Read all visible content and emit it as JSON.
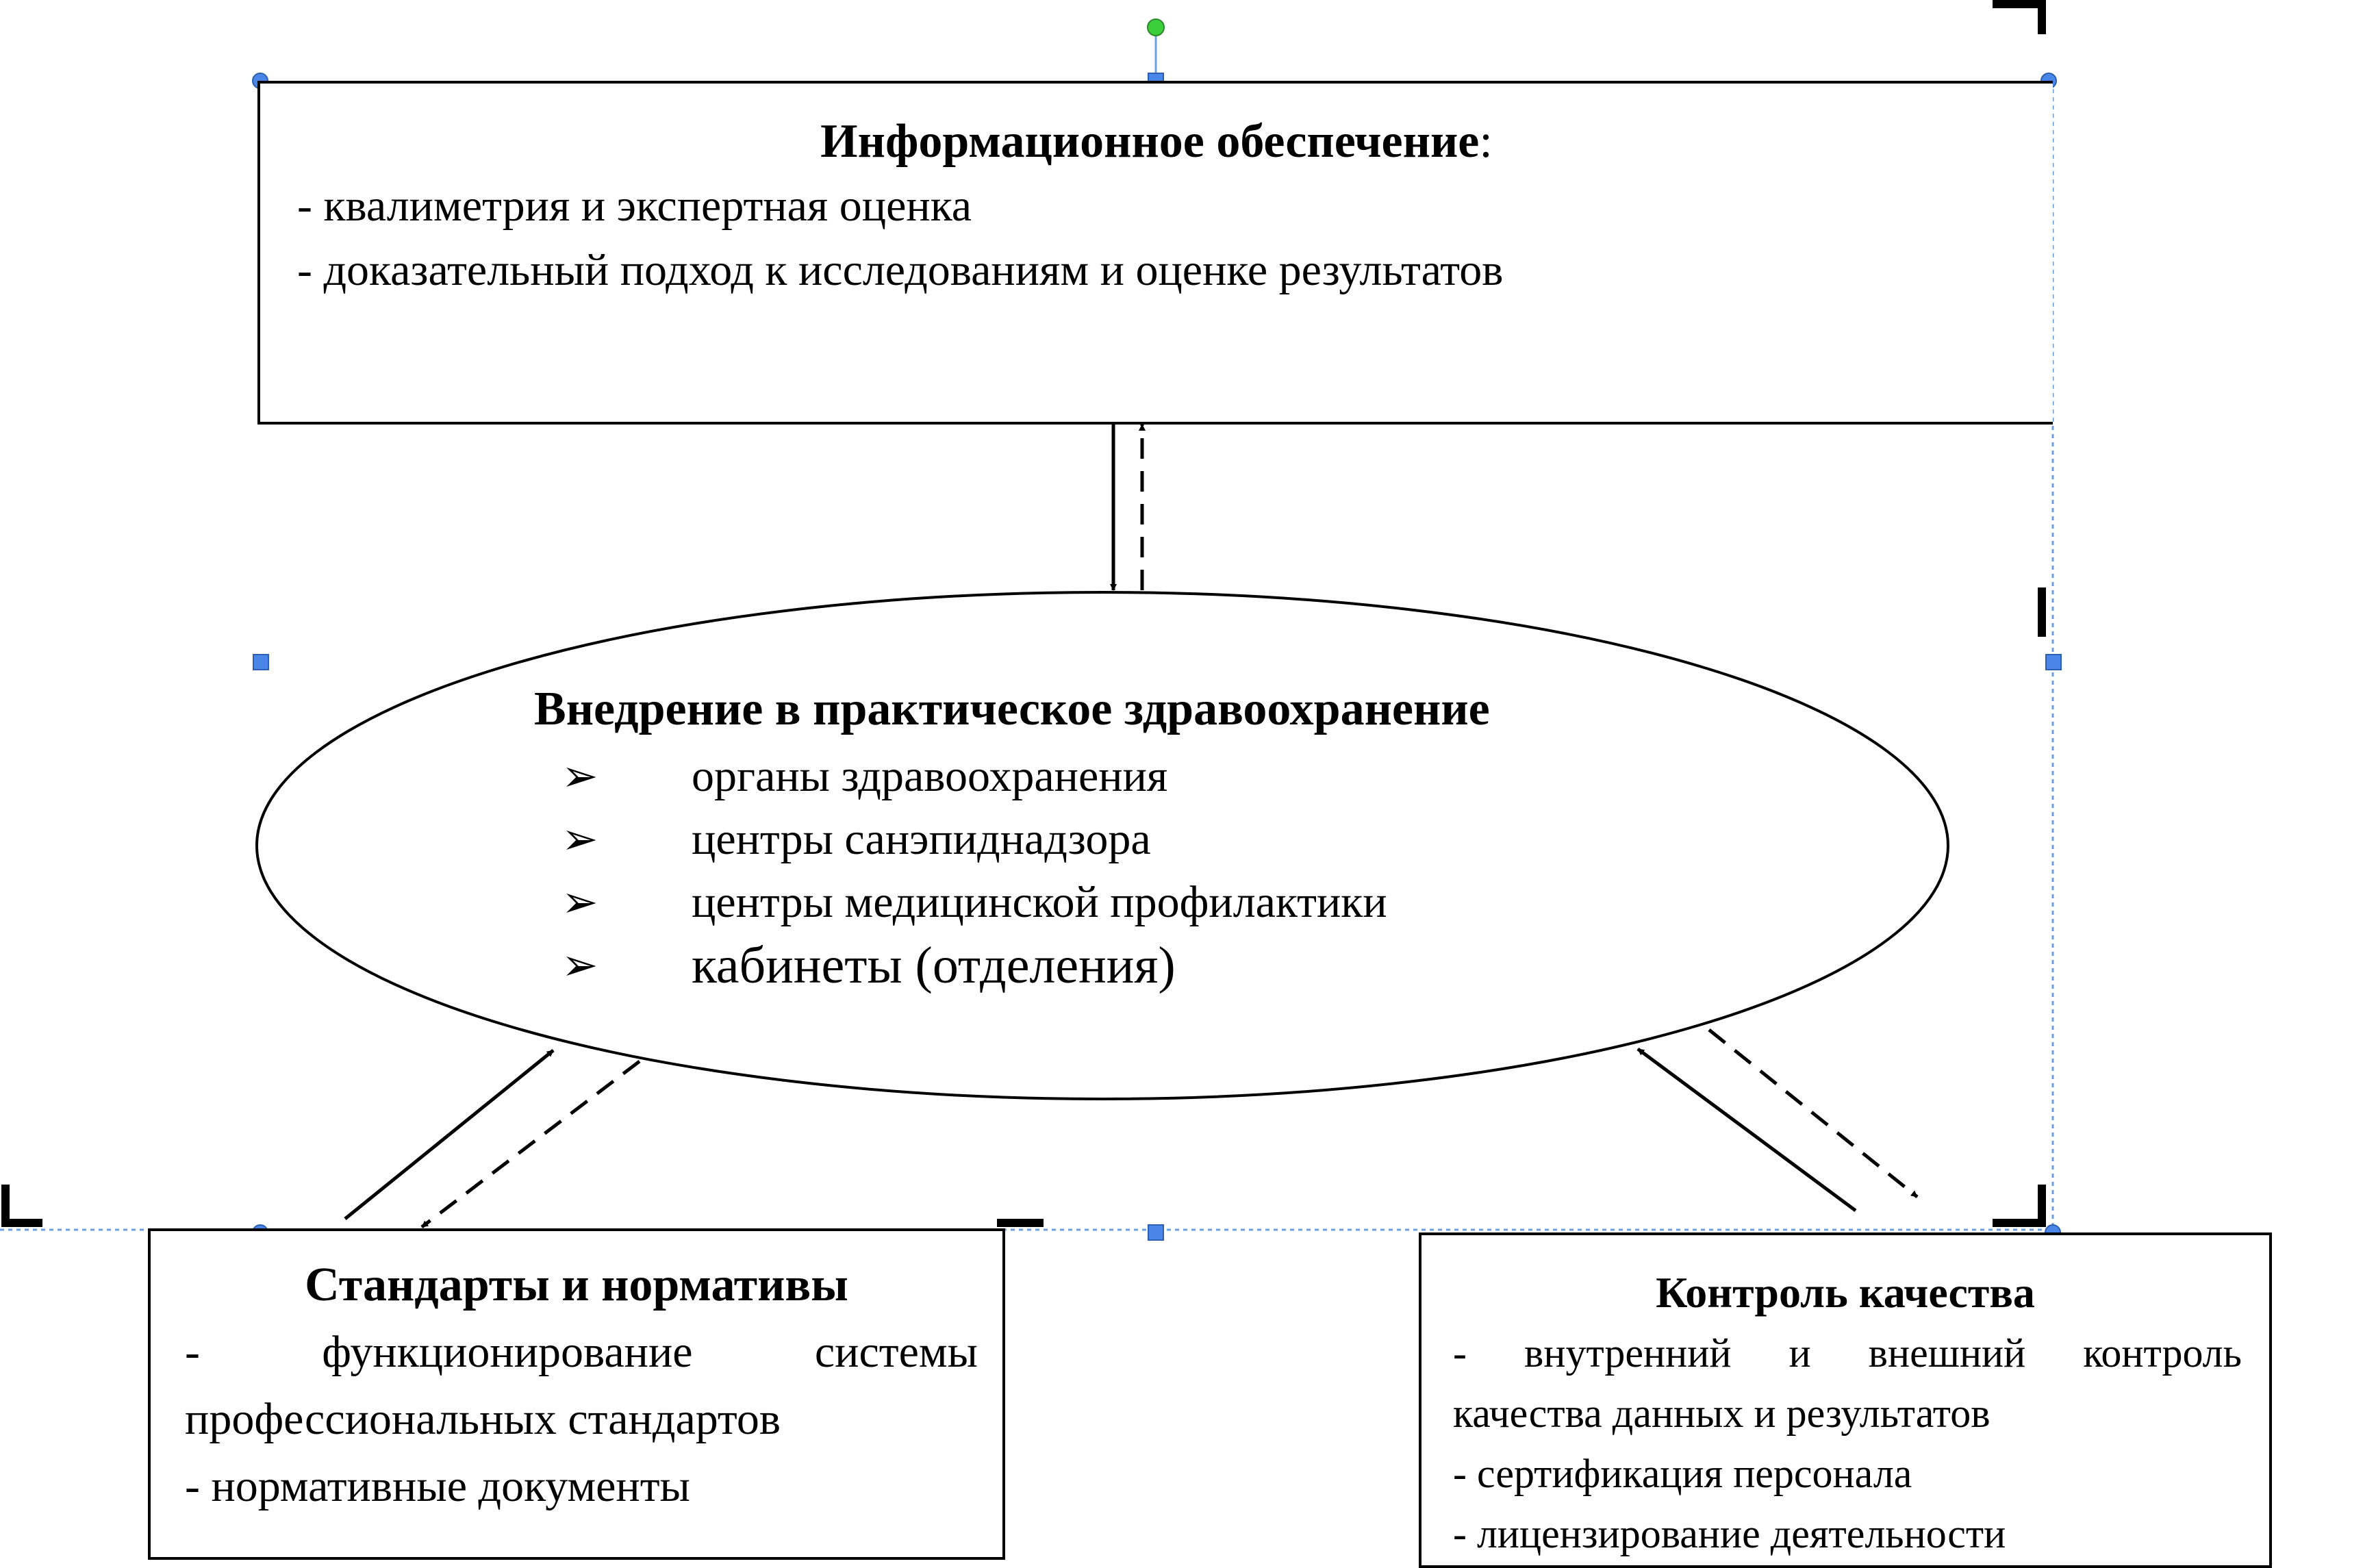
{
  "info_box": {
    "title": "Информационное обеспечение",
    "title_suffix": ":",
    "items": [
      "- квалиметрия и экспертная оценка",
      "- доказательный подход к исследованиям и оценке результатов"
    ]
  },
  "ellipse": {
    "title": "Внедрение в практическое здравоохранение",
    "bullet_glyph": "➢",
    "items": [
      "органы здравоохранения",
      "центры санэпиднадзора",
      "центры медицинской профилактики",
      "кабинеты (отделения)"
    ]
  },
  "standards_box": {
    "title": "Стандарты и нормативы",
    "items": [
      "- функционирование системы",
      "профессиональных стандартов",
      "- нормативные документы"
    ]
  },
  "quality_box": {
    "title": "Контроль качества",
    "items": [
      "- внутренний и внешний контроль",
      "качества данных и результатов",
      "- сертификация персонала",
      "- лицензирование деятельности"
    ]
  },
  "colors": {
    "stroke": "#000000",
    "selection_handle": "#4a86e8",
    "rotation_handle": "#3ccf3c",
    "selection_border": "#6a9fe0"
  }
}
